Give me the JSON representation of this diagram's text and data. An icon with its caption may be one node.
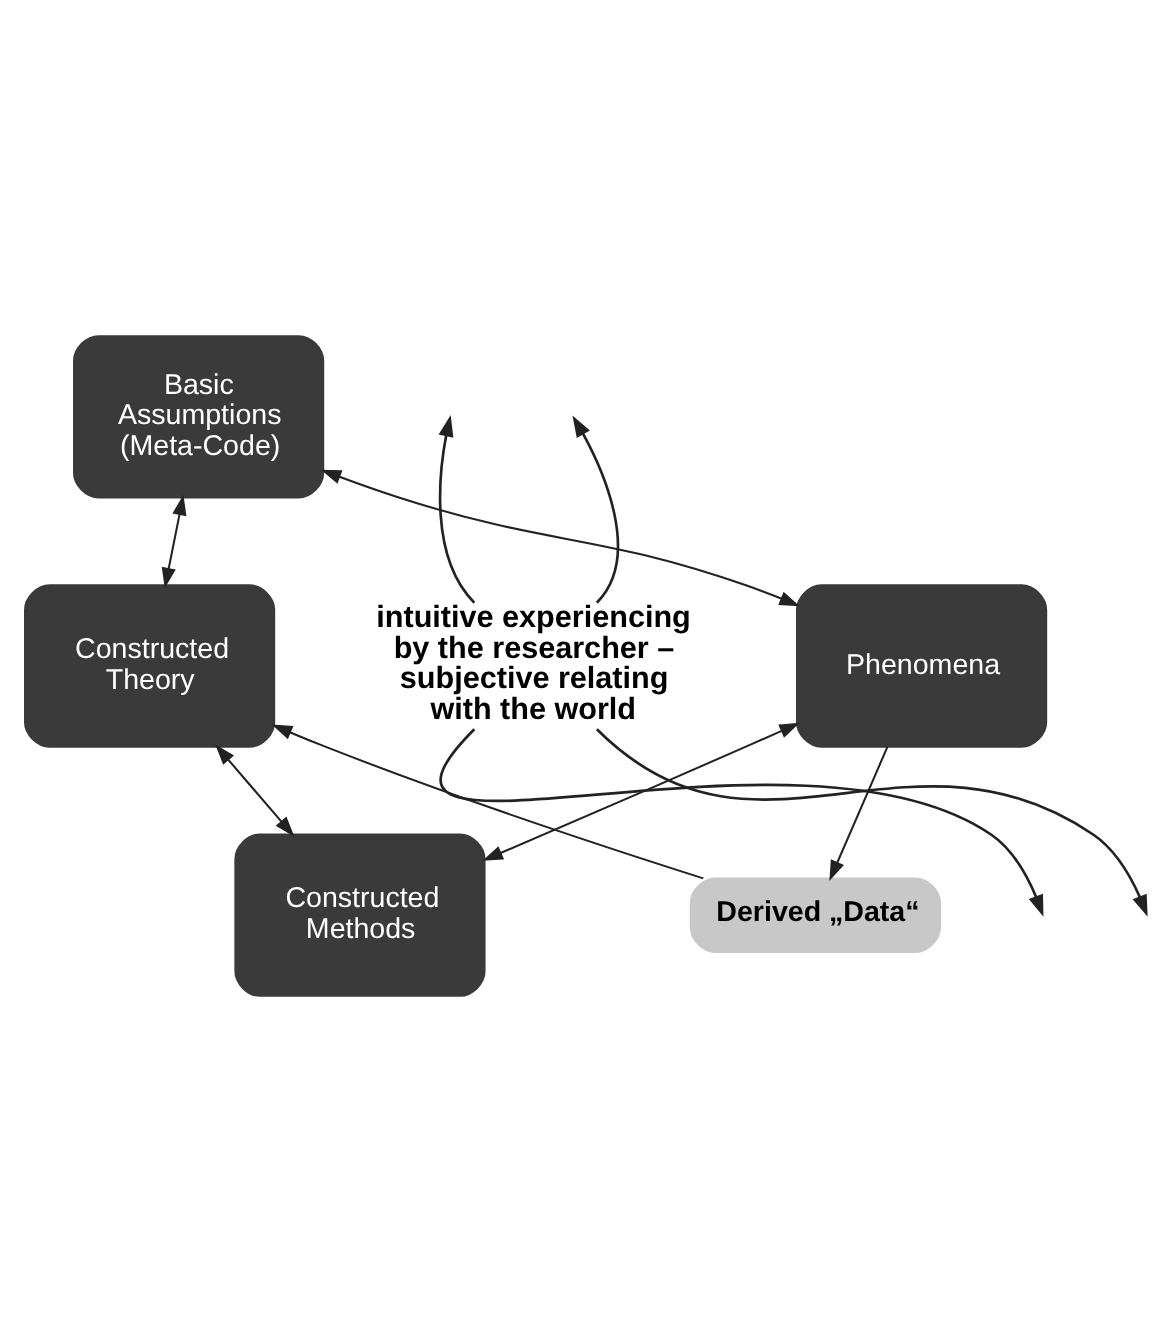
{
  "diagram": {
    "nodes": [
      {
        "text": [
          "Basic Assumptions (Meta-Code)"
        ]
      },
      {
        "text": [
          "Constructed Theory"
        ]
      },
      {
        "text": [
          "intuitive experiencing by the researcher – subjective relating with the world"
        ]
      },
      {
        "text": [
          "Phenomena"
        ]
      },
      {
        "text": [
          "Constructed Methods"
        ]
      },
      {
        "text": [
          "Derived „Data“"
        ]
      }
    ],
    "edges": [
      {
        "from": 0,
        "to": 1,
        "arrow": "both"
      },
      {
        "from": 0,
        "to": 3,
        "arrow": "both"
      },
      {
        "from": 1,
        "to": 4,
        "arrow": "both"
      },
      {
        "from": 3,
        "to": 4,
        "arrow": "both"
      },
      {
        "from": 2,
        "to": null,
        "arrow": "to"
      },
      {
        "from": 2,
        "to": null,
        "arrow": "to"
      },
      {
        "from": 2,
        "to": null,
        "arrow": "to"
      },
      {
        "from": 2,
        "to": null,
        "arrow": "to"
      },
      {
        "from": 3,
        "to": 5,
        "arrow": "to"
      },
      {
        "from": 5,
        "to": 1,
        "arrow": "to"
      }
    ]
  }
}
